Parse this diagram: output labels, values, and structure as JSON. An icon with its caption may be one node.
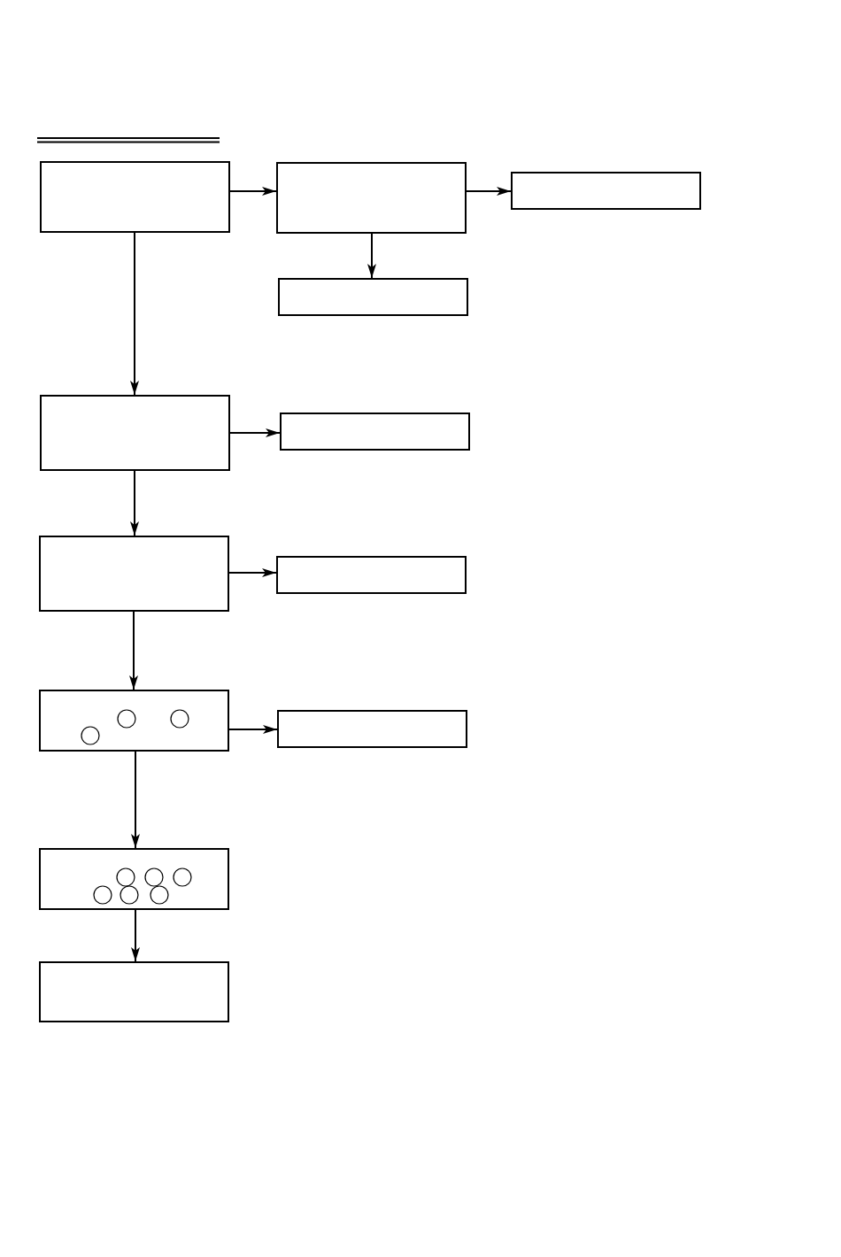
{
  "diagram": {
    "nodes": [
      {
        "text": [],
        "shape": "box"
      },
      {
        "text": [],
        "shape": "box"
      },
      {
        "text": [],
        "shape": "box"
      },
      {
        "text": [],
        "shape": "box"
      },
      {
        "text": [],
        "shape": "box"
      },
      {
        "text": [],
        "shape": "box"
      },
      {
        "text": [],
        "shape": "box"
      },
      {
        "text": [],
        "shape": "box"
      },
      {
        "text": [],
        "shape": "box"
      },
      {
        "text": [],
        "shape": "box"
      },
      {
        "text": [],
        "shape": "box"
      },
      {
        "text": [],
        "shape": "box"
      }
    ],
    "edges": [
      {
        "from": 0,
        "to": 1,
        "arrow": "to"
      },
      {
        "from": 1,
        "to": 2,
        "arrow": "to"
      },
      {
        "from": 1,
        "to": 3,
        "arrow": "to"
      },
      {
        "from": 0,
        "to": 4,
        "arrow": "to"
      },
      {
        "from": 4,
        "to": 5,
        "arrow": "to"
      },
      {
        "from": 4,
        "to": 6,
        "arrow": "to"
      },
      {
        "from": 6,
        "to": 7,
        "arrow": "to"
      },
      {
        "from": 6,
        "to": 8,
        "arrow": "to"
      },
      {
        "from": 8,
        "to": 9,
        "arrow": "to"
      },
      {
        "from": 8,
        "to": 10,
        "arrow": "to"
      },
      {
        "from": 10,
        "to": 11,
        "arrow": "to"
      }
    ]
  }
}
